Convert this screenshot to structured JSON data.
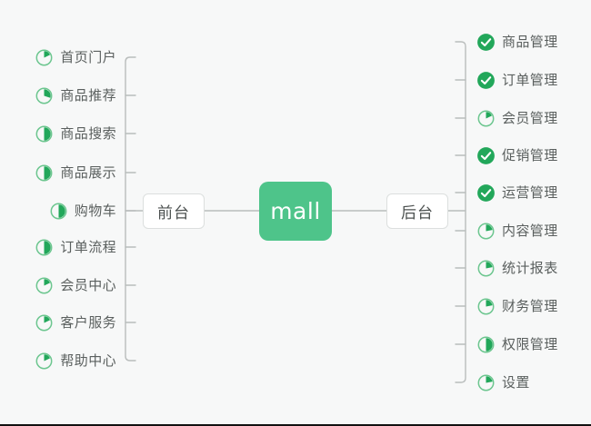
{
  "diagram": {
    "type": "mindmap",
    "root": {
      "label": "mall",
      "color": "#4ec48a"
    },
    "branches": [
      {
        "id": "frontend",
        "label": "前台",
        "side": "left",
        "items": [
          {
            "label": "首页门户",
            "icon": "pie-progress-icon",
            "progress": 18,
            "status": "in-progress"
          },
          {
            "label": "商品推荐",
            "icon": "pie-progress-icon",
            "progress": 30,
            "status": "in-progress"
          },
          {
            "label": "商品搜索",
            "icon": "pie-progress-icon",
            "progress": 50,
            "status": "in-progress"
          },
          {
            "label": "商品展示",
            "icon": "pie-progress-icon",
            "progress": 50,
            "status": "in-progress"
          },
          {
            "label": "购物车",
            "icon": "pie-progress-icon",
            "progress": 50,
            "status": "in-progress"
          },
          {
            "label": "订单流程",
            "icon": "pie-progress-icon",
            "progress": 50,
            "status": "in-progress"
          },
          {
            "label": "会员中心",
            "icon": "pie-progress-icon",
            "progress": 18,
            "status": "in-progress"
          },
          {
            "label": "客户服务",
            "icon": "pie-progress-icon",
            "progress": 18,
            "status": "in-progress"
          },
          {
            "label": "帮助中心",
            "icon": "pie-progress-icon",
            "progress": 18,
            "status": "in-progress"
          }
        ]
      },
      {
        "id": "backend",
        "label": "后台",
        "side": "right",
        "items": [
          {
            "label": "商品管理",
            "icon": "check-circle-icon",
            "progress": 100,
            "status": "done"
          },
          {
            "label": "订单管理",
            "icon": "check-circle-icon",
            "progress": 100,
            "status": "done"
          },
          {
            "label": "会员管理",
            "icon": "pie-progress-icon",
            "progress": 18,
            "status": "in-progress"
          },
          {
            "label": "促销管理",
            "icon": "check-circle-icon",
            "progress": 100,
            "status": "done"
          },
          {
            "label": "运营管理",
            "icon": "check-circle-icon",
            "progress": 100,
            "status": "done"
          },
          {
            "label": "内容管理",
            "icon": "pie-progress-icon",
            "progress": 22,
            "status": "in-progress"
          },
          {
            "label": "统计报表",
            "icon": "pie-progress-icon",
            "progress": 22,
            "status": "in-progress"
          },
          {
            "label": "财务管理",
            "icon": "pie-progress-icon",
            "progress": 22,
            "status": "in-progress"
          },
          {
            "label": "权限管理",
            "icon": "pie-progress-icon",
            "progress": 50,
            "status": "in-progress"
          },
          {
            "label": "设置",
            "icon": "pie-progress-icon",
            "progress": 22,
            "status": "in-progress"
          }
        ]
      }
    ],
    "colors": {
      "background": "#f7f8f8",
      "root_fill": "#4ec48a",
      "root_text": "#ffffff",
      "box_fill": "#ffffff",
      "box_border": "#dcdfde",
      "label_text": "#5a5f5e",
      "connector": "#b9bdbc",
      "icon_done": "#22a75a",
      "icon_progress_fill": "#22a75a",
      "icon_progress_track": "#6cc68f"
    }
  }
}
